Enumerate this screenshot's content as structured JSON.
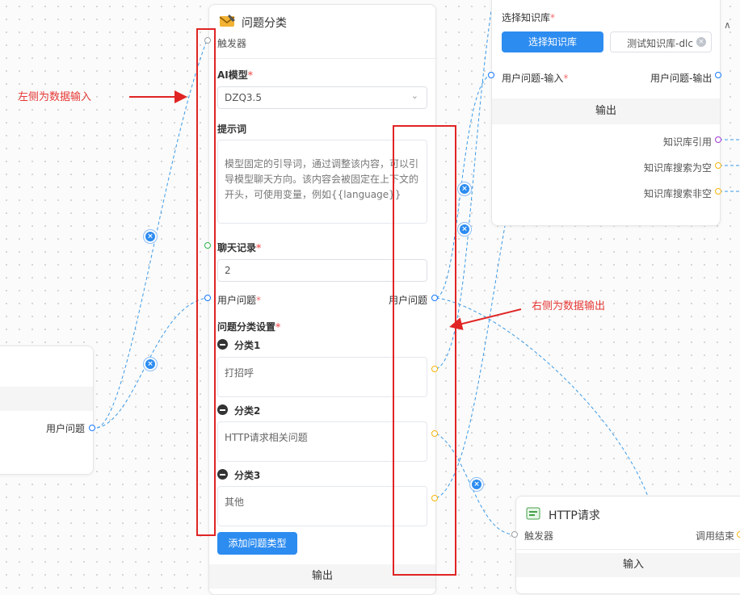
{
  "classifier": {
    "title": "问题分类",
    "trigger_label": "触发器",
    "ai_model_label": "AI模型",
    "ai_model_value": "DZQ3.5",
    "prompt_label": "提示词",
    "prompt_placeholder": "模型固定的引导词，通过调整该内容，可以引导模型聊天方向。该内容会被固定在上下文的开头，可使用变量，例如{{language}}",
    "history_label": "聊天记录",
    "history_value": "2",
    "question_label": "用户问题",
    "question_output_label": "用户问题",
    "settings_label": "问题分类设置",
    "categories": [
      {
        "name": "分类1",
        "value": "打招呼"
      },
      {
        "name": "分类2",
        "value": "HTTP请求相关问题"
      },
      {
        "name": "分类3",
        "value": "其他"
      }
    ],
    "add_button": "添加问题类型",
    "output_label": "输出",
    "required_mark": "*"
  },
  "knowledge": {
    "select_label": "选择知识库",
    "select_button": "选择知识库",
    "tag_value": "测试知识库-dlc",
    "input_label": "用户问题-输入",
    "output_label": "用户问题-输出",
    "section_output": "输出",
    "outputs": [
      "知识库引用",
      "知识库搜索为空",
      "知识库搜索非空"
    ]
  },
  "left_node": {
    "output_label": "用户问题"
  },
  "http": {
    "title": "HTTP请求",
    "trigger_label": "触发器",
    "result_label": "调用结束",
    "input_section": "输入"
  },
  "annotations": {
    "left": "左侧为数据输入",
    "right": "右侧为数据输出"
  },
  "colors": {
    "accent": "#2d8cf0",
    "annotation": "#e02424",
    "edge": "#3a9ae8"
  }
}
